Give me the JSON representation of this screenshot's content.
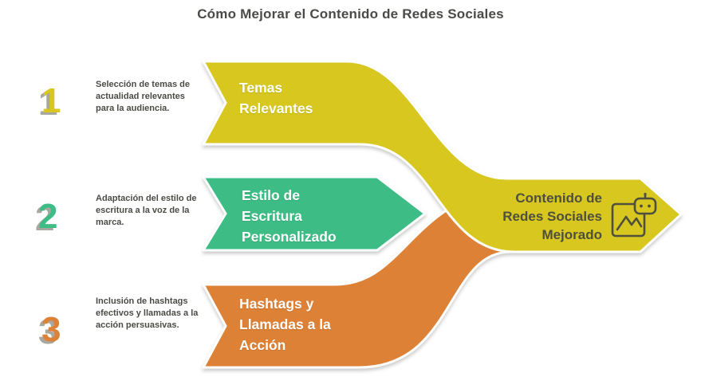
{
  "title": "Cómo Mejorar el Contenido de Redes Sociales",
  "colors": {
    "yellow": "#d7c71f",
    "green": "#3dbd85",
    "orange": "#dd8136",
    "title_ink": "#4a4a46",
    "desc_ink": "#4b4b46",
    "ribbon_text": "#ffffff",
    "output_text": "#4f4f3e",
    "number_shadow": "#a8a8a0",
    "background": "#ffffff"
  },
  "steps": [
    {
      "number": "1",
      "label": "Temas\nRelevantes",
      "description": "Selección de temas de actualidad relevantes para la audiencia."
    },
    {
      "number": "2",
      "label": "Estilo de\nEscritura\nPersonalizado",
      "description": "Adaptación del estilo de escritura a la voz de la marca."
    },
    {
      "number": "3",
      "label": "Hashtags y\nLlamadas a la\nAcción",
      "description": "Inclusión de hashtags efectivos y llamadas a la acción persuasivas."
    }
  ],
  "output": {
    "label": "Contenido de\nRedes Sociales\nMejorado",
    "icon": "image-robot-icon"
  }
}
